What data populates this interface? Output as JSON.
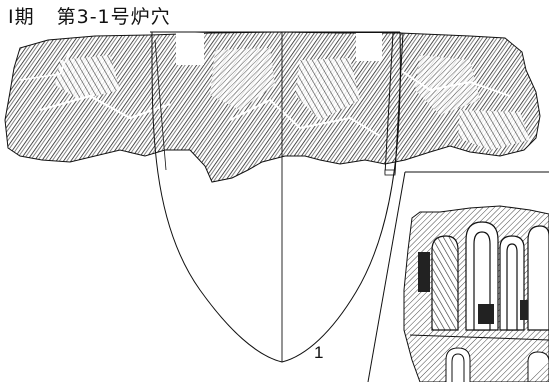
{
  "figure": {
    "period_label": "Ⅰ期",
    "title": "第3-1号炉穴",
    "figure_number": "1"
  },
  "colors": {
    "ink": "#1a1a1a",
    "paper": "#ffffff"
  }
}
